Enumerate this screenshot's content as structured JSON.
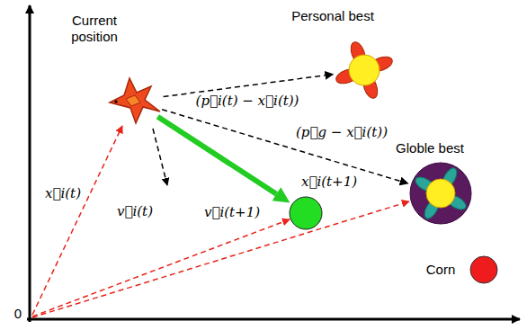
{
  "diagram": {
    "nodes": [
      {
        "text": [
          "Current position"
        ]
      },
      {
        "text": [
          "Personal best"
        ]
      },
      {
        "text": [
          "Globle best"
        ]
      },
      {
        "text": [
          "x⃗i(t+1)"
        ]
      },
      {
        "text": [
          "Corn"
        ]
      }
    ],
    "edges": [
      {
        "from": 0,
        "to": 1,
        "arrow": "to",
        "label": "(p⃗i(t) − x⃗i(t))"
      },
      {
        "from": 0,
        "to": 2,
        "arrow": "to",
        "label": "(p⃗g − x⃗i(t))"
      },
      {
        "from": 0,
        "to": 3,
        "arrow": "to",
        "label": "v⃗i(t+1)"
      }
    ],
    "labels": [
      "x⃗i(t)",
      "v⃗i(t)",
      "0"
    ]
  }
}
